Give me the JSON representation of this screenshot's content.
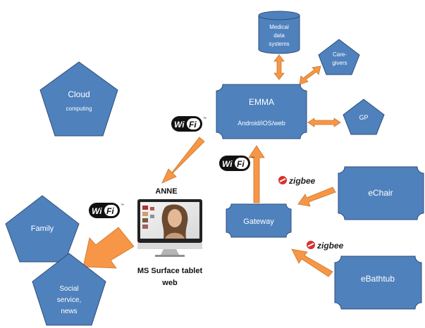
{
  "colors": {
    "node_fill": "#4f81bd",
    "node_stroke": "#2e4f7a",
    "arrow_fill": "#f79646",
    "arrow_stroke": "#c9762f",
    "zigbee_red": "#d7312d"
  },
  "nodes": {
    "medical": {
      "line1": "Medical",
      "line2": "data",
      "line3": "systems"
    },
    "caregivers": {
      "line1": "Care-",
      "line2": "givers"
    },
    "cloud": {
      "line1": "Cloud",
      "line2": "computing"
    },
    "emma": {
      "title": "EMMA",
      "subtitle": "Android/iOS/web"
    },
    "gp": {
      "label": "GP"
    },
    "echair": {
      "label": "eChair"
    },
    "gateway": {
      "label": "Gateway"
    },
    "family": {
      "label": "Family"
    },
    "ebathtub": {
      "label": "eBathtub"
    },
    "social": {
      "line1": "Social",
      "line2": "service,",
      "line3": "news"
    }
  },
  "labels": {
    "anne": "ANNE",
    "tablet_line1": "MS Surface tablet",
    "tablet_line2": "web"
  },
  "badges": {
    "wifi_left": "Wi",
    "wifi_right": "Fi",
    "wifi_tm": "™",
    "zigbee": "zigbee"
  },
  "icons": {
    "tablet": "monitor-with-avatar-icon",
    "database": "database-cylinder-icon",
    "wifi": "wifi-logo-icon",
    "zigbee": "zigbee-logo-icon"
  }
}
